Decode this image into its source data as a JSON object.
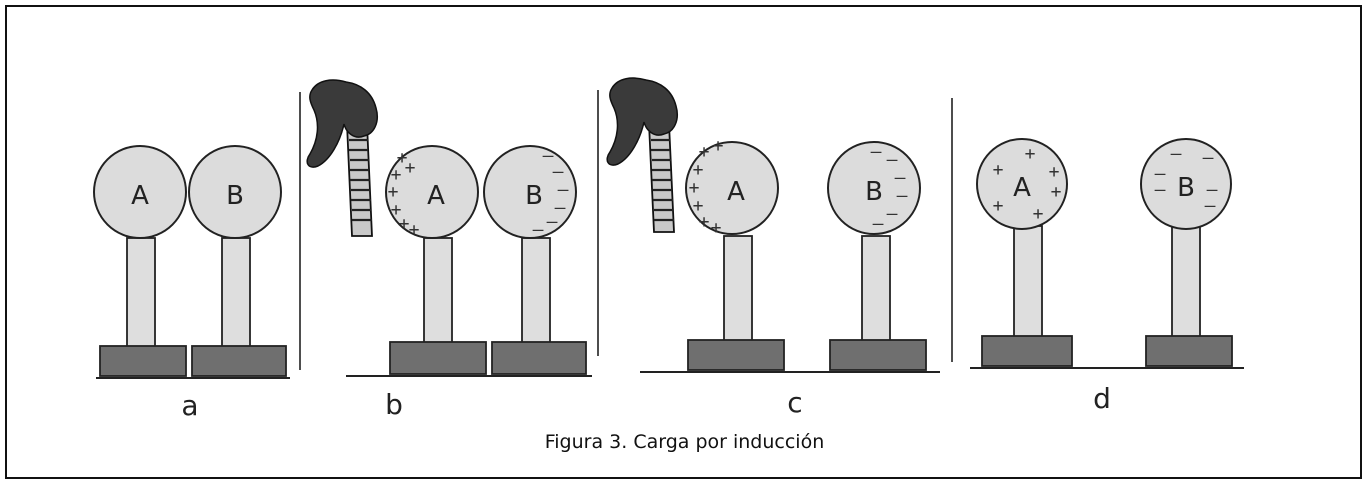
{
  "caption": "Figura 3. Carga por inducción",
  "panels": [
    {
      "label": "a",
      "sphere_a": "A",
      "sphere_b": "B"
    },
    {
      "label": "b",
      "sphere_a": "A",
      "sphere_b": "B"
    },
    {
      "label": "c",
      "sphere_a": "A",
      "sphere_b": "B"
    },
    {
      "label": "d",
      "sphere_a": "A",
      "sphere_b": "B"
    }
  ],
  "charge_symbols": {
    "positive": "+",
    "negative": "–"
  }
}
